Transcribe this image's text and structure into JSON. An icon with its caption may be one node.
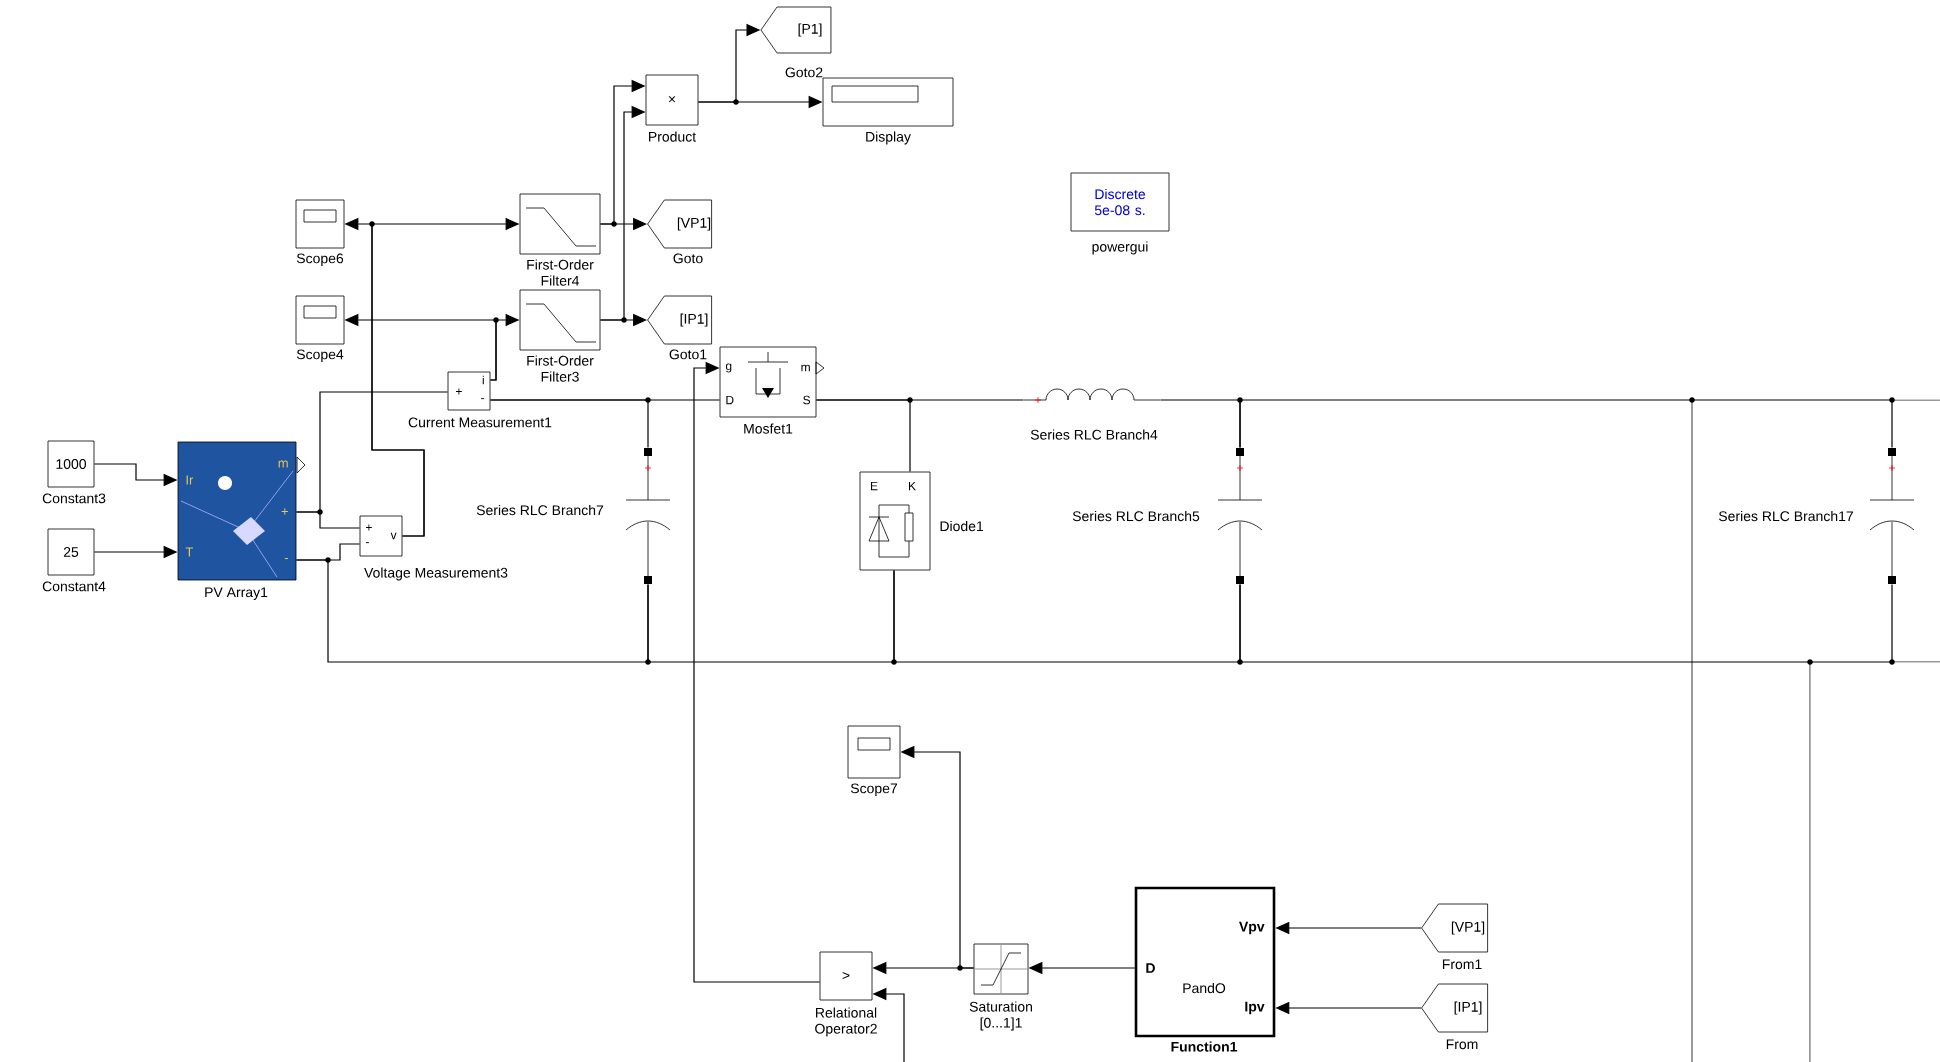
{
  "diagram": {
    "nodes": [
      {
        "text": [
          "[P1]",
          "Goto2"
        ]
      },
      {
        "text": [
          "×",
          "Product"
        ]
      },
      {
        "text": [
          "Display"
        ]
      },
      {
        "text": [
          "Discrete 5e-08 s.",
          "powergui"
        ]
      },
      {
        "text": [
          "Scope6"
        ]
      },
      {
        "text": [
          "First-Order Filter4"
        ]
      },
      {
        "text": [
          "[VP1]",
          "Goto"
        ]
      },
      {
        "text": [
          "Scope4"
        ]
      },
      {
        "text": [
          "First-Order Filter3"
        ]
      },
      {
        "text": [
          "[IP1]",
          "Goto1"
        ]
      },
      {
        "text": [
          "+",
          "i",
          "-",
          "Current Measurement1"
        ]
      },
      {
        "text": [
          "1000",
          "Constant3"
        ]
      },
      {
        "text": [
          "Ir",
          "T",
          "m",
          "+",
          "-",
          "PV Array1"
        ]
      },
      {
        "text": [
          "25",
          "Constant4"
        ]
      },
      {
        "text": [
          "+",
          "-",
          "v",
          "Voltage Measurement3"
        ]
      },
      {
        "text": [
          "g",
          "m",
          "D",
          "S",
          "Mosfet1"
        ]
      },
      {
        "text": [
          "Series RLC Branch7"
        ]
      },
      {
        "text": [
          "E",
          "K",
          "Diode1"
        ]
      },
      {
        "text": [
          "Series RLC Branch4"
        ]
      },
      {
        "text": [
          "Series RLC Branch5"
        ]
      },
      {
        "text": [
          "Series RLC Branch17"
        ]
      },
      {
        "text": [
          "Scope7"
        ]
      },
      {
        "text": [
          ">",
          "Relational Operator2"
        ]
      },
      {
        "text": [
          "Saturation [0...1]1"
        ]
      },
      {
        "text": [
          "D",
          "Vpv",
          "Ipv",
          "PandO",
          "Function1"
        ]
      },
      {
        "text": [
          "[VP1]",
          "From1"
        ]
      },
      {
        "text": [
          "[IP1]",
          "From"
        ]
      }
    ],
    "edges": [
      {
        "from": 1,
        "to": 0,
        "arrow": "to"
      },
      {
        "from": 1,
        "to": 2,
        "arrow": "to"
      },
      {
        "from": 5,
        "to": 1,
        "arrow": "to"
      },
      {
        "from": 8,
        "to": 1,
        "arrow": "to"
      },
      {
        "from": 5,
        "to": 6,
        "arrow": "to"
      },
      {
        "from": 8,
        "to": 9,
        "arrow": "to"
      },
      {
        "from": 14,
        "to": 4,
        "arrow": "to"
      },
      {
        "from": 14,
        "to": 5,
        "arrow": "to"
      },
      {
        "from": 10,
        "to": 7,
        "arrow": "to"
      },
      {
        "from": 10,
        "to": 8,
        "arrow": "to"
      },
      {
        "from": 11,
        "to": 12,
        "arrow": "to"
      },
      {
        "from": 13,
        "to": 12,
        "arrow": "to"
      },
      {
        "from": 22,
        "to": 15,
        "arrow": "to"
      },
      {
        "from": 23,
        "to": 22,
        "arrow": "to"
      },
      {
        "from": 23,
        "to": 21,
        "arrow": "to"
      },
      {
        "from": 24,
        "to": 23,
        "arrow": "to"
      },
      {
        "from": 25,
        "to": 24,
        "arrow": "to"
      },
      {
        "from": 26,
        "to": 24,
        "arrow": "to"
      },
      {
        "from": null,
        "to": 22,
        "arrow": "to"
      },
      {
        "from": 12,
        "to": 10,
        "arrow": "none"
      },
      {
        "from": 12,
        "to": 14,
        "arrow": "none"
      },
      {
        "from": 12,
        "to": 14,
        "arrow": "none"
      },
      {
        "from": 10,
        "to": 15,
        "arrow": "none"
      },
      {
        "from": 10,
        "to": 16,
        "arrow": "none"
      },
      {
        "from": 15,
        "to": 18,
        "arrow": "none"
      },
      {
        "from": 15,
        "to": 17,
        "arrow": "none"
      },
      {
        "from": 18,
        "to": 19,
        "arrow": "none"
      },
      {
        "from": 19,
        "to": 20,
        "arrow": "none"
      },
      {
        "from": 12,
        "to": 16,
        "arrow": "none"
      },
      {
        "from": 16,
        "to": 17,
        "arrow": "none"
      },
      {
        "from": 17,
        "to": 19,
        "arrow": "none"
      },
      {
        "from": 19,
        "to": 20,
        "arrow": "none"
      }
    ]
  }
}
